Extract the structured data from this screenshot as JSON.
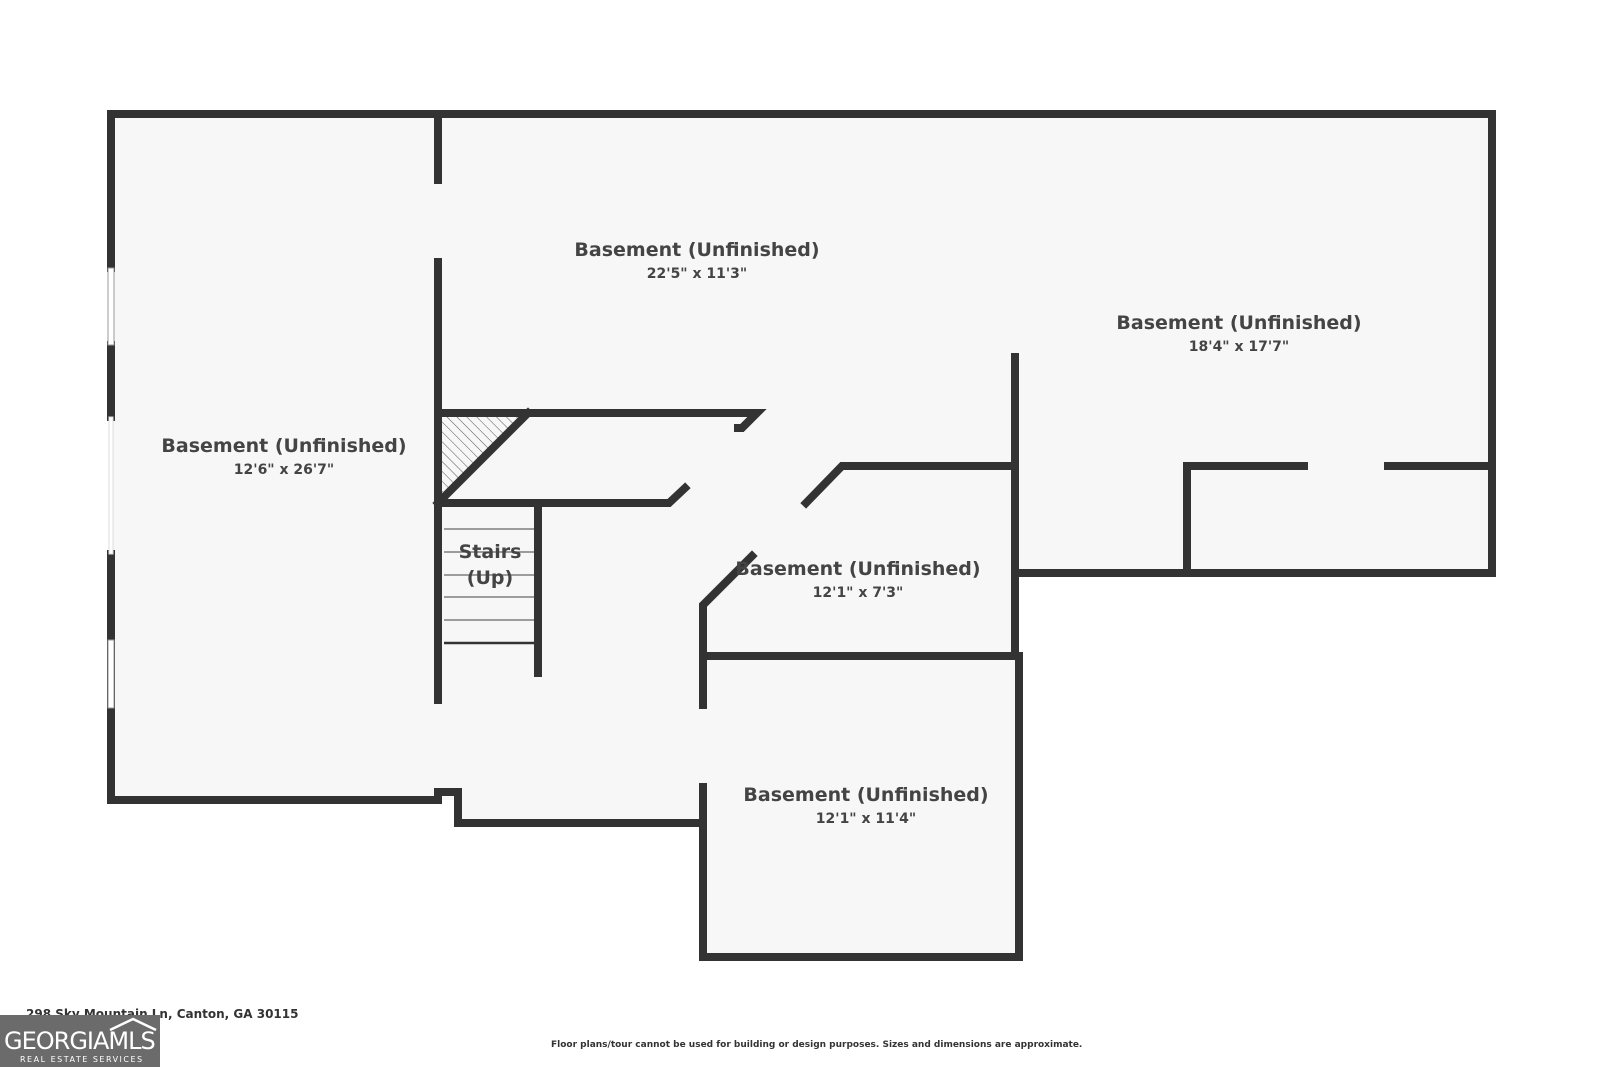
{
  "rooms": [
    {
      "label": "Basement (Unfinished)",
      "dimensions": "22'5\" x 11'3\""
    },
    {
      "label": "Basement (Unfinished)",
      "dimensions": "18'4\" x 17'7\""
    },
    {
      "label": "Basement (Unfinished)",
      "dimensions": "12'6\" x 26'7\""
    },
    {
      "label": "Basement (Unfinished)",
      "dimensions": "12'1\" x 7'3\""
    },
    {
      "label": "Basement (Unfinished)",
      "dimensions": "12'1\" x 11'4\""
    }
  ],
  "stairs": {
    "line1": "Stairs",
    "line2": "(Up)"
  },
  "footer": {
    "address": "298 Sky Mountain Ln, Canton, GA 30115",
    "disclaimer": "Floor plans/tour cannot be used for building or design purposes. Sizes and dimensions are approximate."
  },
  "logo": {
    "brand": "GEORGIAMLS",
    "tagline": "REAL ESTATE SERVICES"
  },
  "colors": {
    "wall": "#333333",
    "floor": "#f7f7f7",
    "text": "#444444"
  }
}
